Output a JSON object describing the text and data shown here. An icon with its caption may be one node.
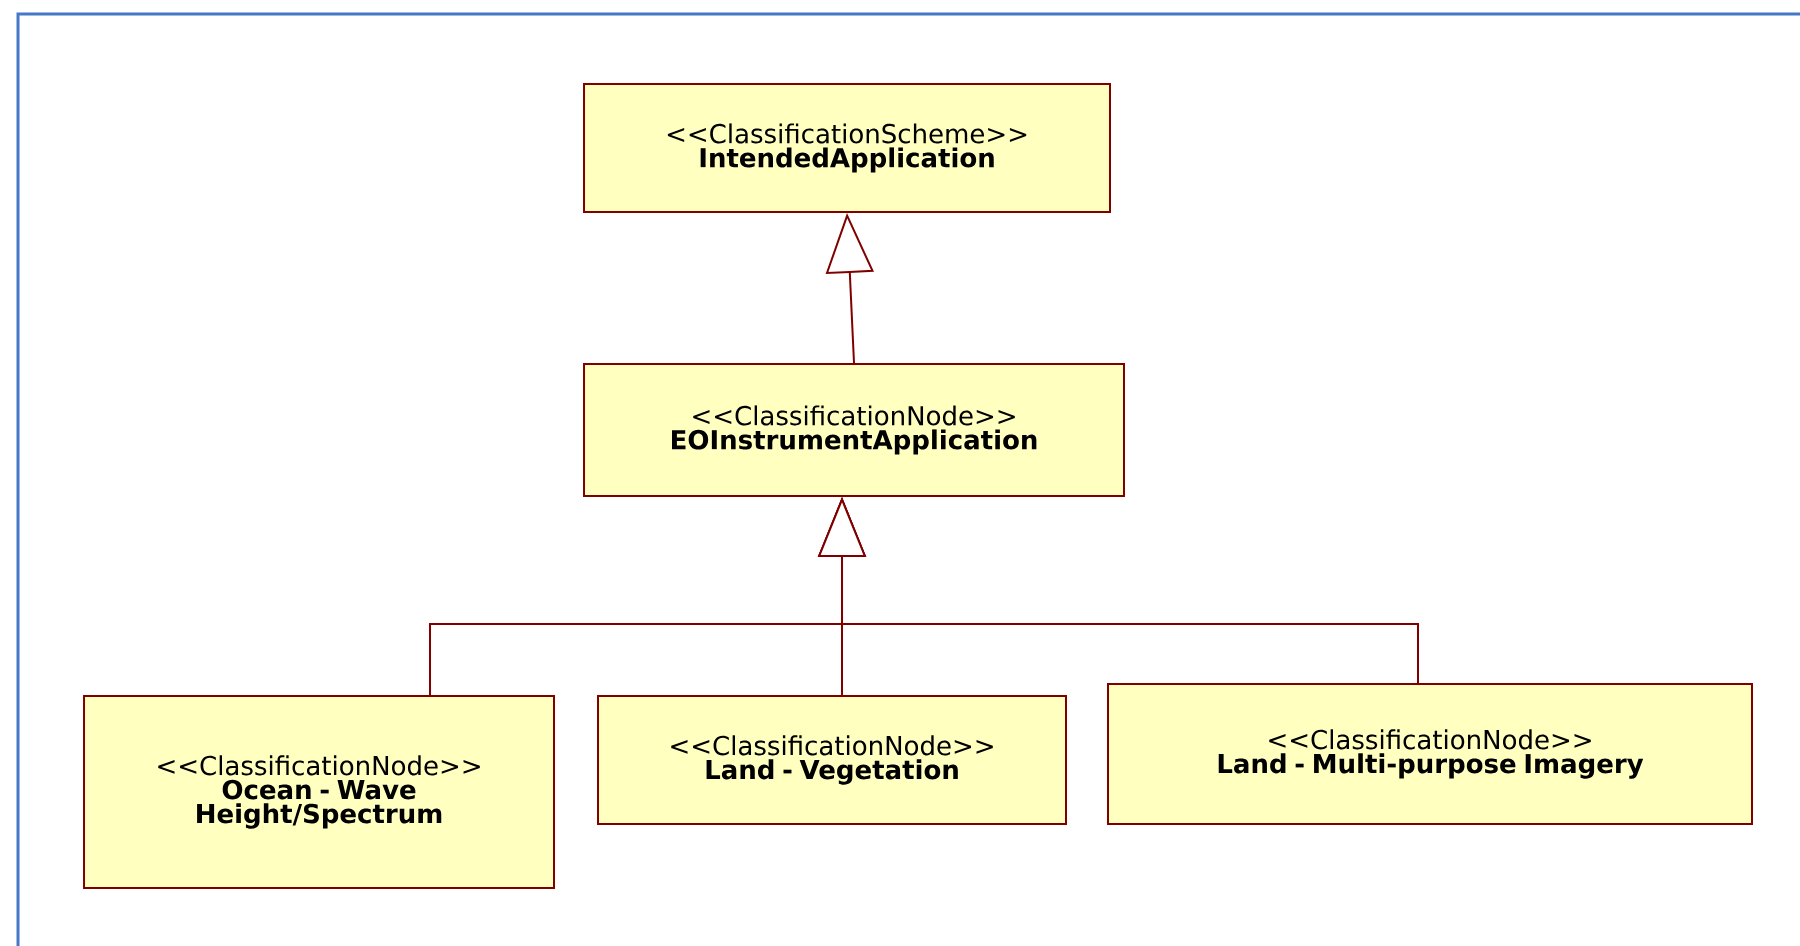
{
  "diagram": {
    "nodes": [
      {
        "text": [
          "<<ClassificationScheme>>",
          "IntendedApplication"
        ]
      },
      {
        "text": [
          "<<ClassificationNode>>",
          "EOInstrumentApplication"
        ]
      },
      {
        "text": [
          "<<ClassificationNode>>",
          "Ocean - Wave Height/Spectrum"
        ]
      },
      {
        "text": [
          "<<ClassificationNode>>",
          "Land - Vegetation"
        ]
      },
      {
        "text": [
          "<<ClassificationNode>>",
          "Land - Multi-purpose Imagery"
        ]
      }
    ],
    "edges": [
      {
        "from": 1,
        "to": 0,
        "arrow": "to"
      },
      {
        "from": 2,
        "to": 1,
        "arrow": "to"
      },
      {
        "from": 3,
        "to": 1,
        "arrow": "to"
      },
      {
        "from": 4,
        "to": 1,
        "arrow": "to"
      }
    ]
  }
}
